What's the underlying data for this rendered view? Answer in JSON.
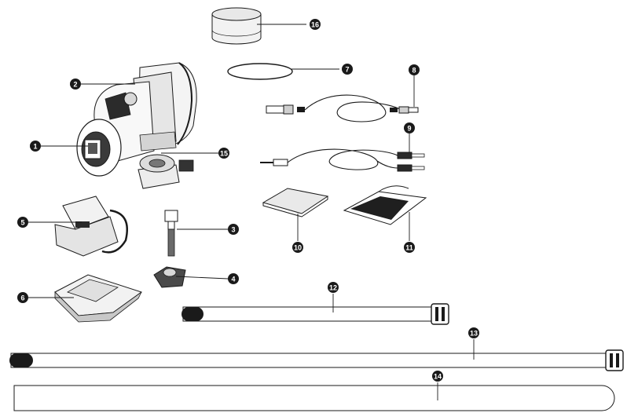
{
  "callouts": [
    {
      "id": "1",
      "label": "1"
    },
    {
      "id": "2",
      "label": "2"
    },
    {
      "id": "3",
      "label": "3"
    },
    {
      "id": "4",
      "label": "4"
    },
    {
      "id": "5",
      "label": "5"
    },
    {
      "id": "6",
      "label": "6"
    },
    {
      "id": "7",
      "label": "7"
    },
    {
      "id": "8",
      "label": "8"
    },
    {
      "id": "9",
      "label": "9"
    },
    {
      "id": "10",
      "label": "10"
    },
    {
      "id": "11",
      "label": "11"
    },
    {
      "id": "12",
      "label": "12"
    },
    {
      "id": "13",
      "label": "13"
    },
    {
      "id": "14",
      "label": "14"
    },
    {
      "id": "15",
      "label": "15"
    },
    {
      "id": "16",
      "label": "16"
    }
  ],
  "colors": {
    "ink": "#1a1a1a",
    "paper": "#ffffff",
    "shade": "#cfcfcf"
  }
}
